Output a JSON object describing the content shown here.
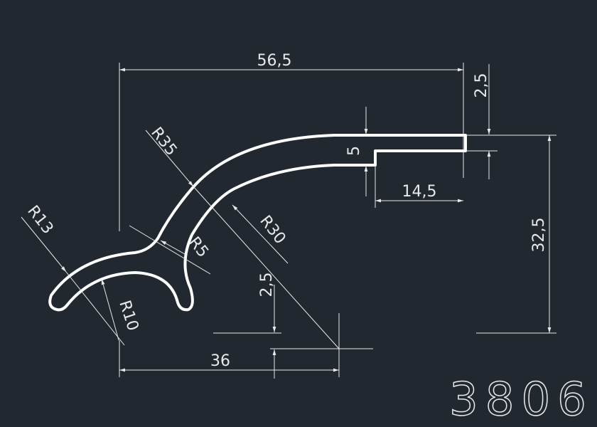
{
  "drawing": {
    "part_number": "3806",
    "dimensions": {
      "overall_width": "56,5",
      "top_offset": "2,5",
      "slot_height": "5",
      "slot_length": "14,5",
      "overall_height": "32,5",
      "base_width": "36",
      "base_offset": "2,5"
    },
    "radii": {
      "outer_large": "R35",
      "inner_large": "R30",
      "fillet": "R5",
      "outer_small": "R13",
      "inner_small": "R10"
    }
  },
  "colors": {
    "background": "#212830",
    "lines": "#e8e8e8"
  }
}
